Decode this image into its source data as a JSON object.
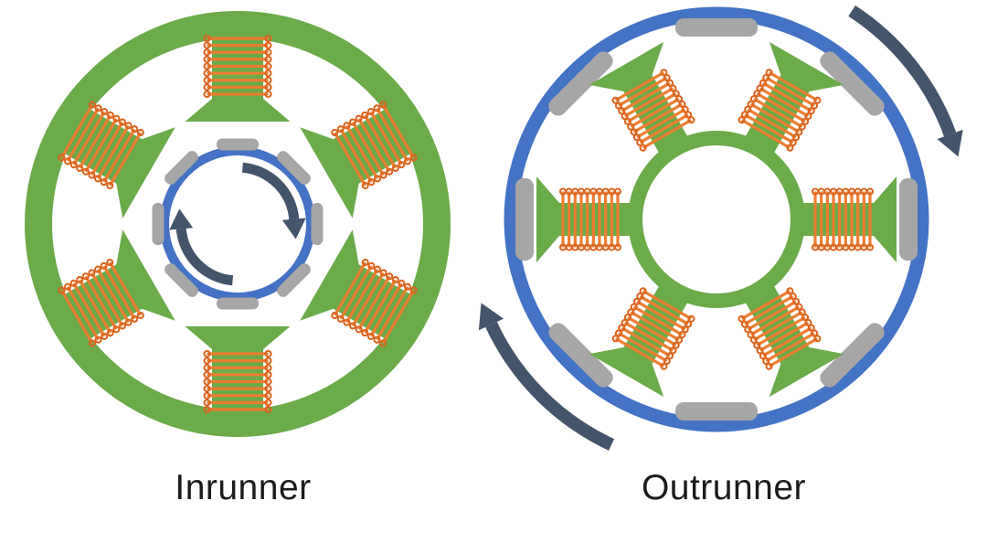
{
  "page": {
    "background": "#ffffff",
    "description": "Comparison diagram of brushless motor topologies"
  },
  "colors": {
    "stator_green": "#6BAB4A",
    "rotor_blue": "#4472C4",
    "magnet_gray": "#A6A6A6",
    "coil_orange": "#ED7D31",
    "coil_curl_orange": "#DB6420",
    "arrow_dark": "#44546A",
    "label_black": "#1b1b1b"
  },
  "figures": {
    "inrunner": {
      "label": "Inrunner",
      "type": "inrunner",
      "stator_position": "outside",
      "rotor_position": "inside",
      "stator_pole_count": 6,
      "rotor_magnet_count": 8,
      "coil_turns": 9,
      "rotation_direction": "clockwise",
      "rotation_arrow_count": 2,
      "rotation_arrows_location": "inside-rotor"
    },
    "outrunner": {
      "label": "Outrunner",
      "type": "outrunner",
      "stator_position": "inside",
      "rotor_position": "outside",
      "stator_pole_count": 6,
      "rotor_magnet_count": 8,
      "coil_turns": 10,
      "rotation_direction": "clockwise",
      "rotation_arrow_count": 2,
      "rotation_arrows_location": "outside-rotor"
    }
  }
}
